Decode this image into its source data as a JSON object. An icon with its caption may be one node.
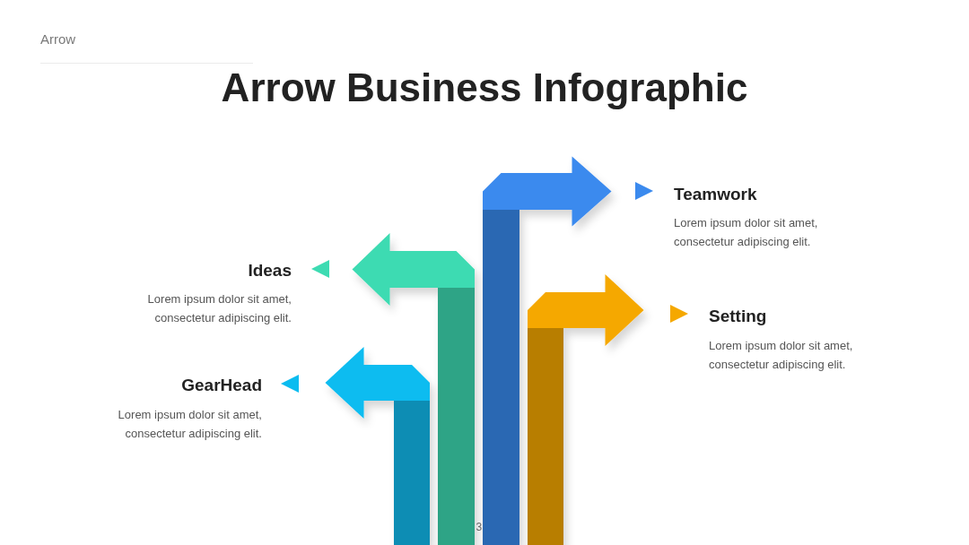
{
  "diagram": {
    "title": "Arrow Business Infographic",
    "nodes": [
      {
        "text": [
          "Teamwork",
          "Lorem ipsum dolor sit amet, consectetur adipiscing elit."
        ]
      },
      {
        "text": [
          "Ideas",
          "Lorem ipsum dolor sit amet, consectetur adipiscing elit."
        ]
      },
      {
        "text": [
          "Setting",
          "Lorem ipsum dolor sit amet, consectetur adipiscing elit."
        ]
      },
      {
        "text": [
          "GearHead",
          "Lorem ipsum dolor sit amet, consectetur adipiscing elit."
        ]
      }
    ],
    "edges": [
      {
        "from": null,
        "to": 0,
        "arrow": "to",
        "style": "thick",
        "color": "#3b8aee"
      },
      {
        "from": null,
        "to": 1,
        "arrow": "to",
        "style": "thick",
        "color": "#3ddbb2"
      },
      {
        "from": null,
        "to": 2,
        "arrow": "to",
        "style": "thick",
        "color": "#f5a800"
      },
      {
        "from": null,
        "to": 3,
        "arrow": "to",
        "style": "thick",
        "color": "#0bbcf0"
      }
    ],
    "labels": [
      "Arrow",
      "3"
    ]
  }
}
